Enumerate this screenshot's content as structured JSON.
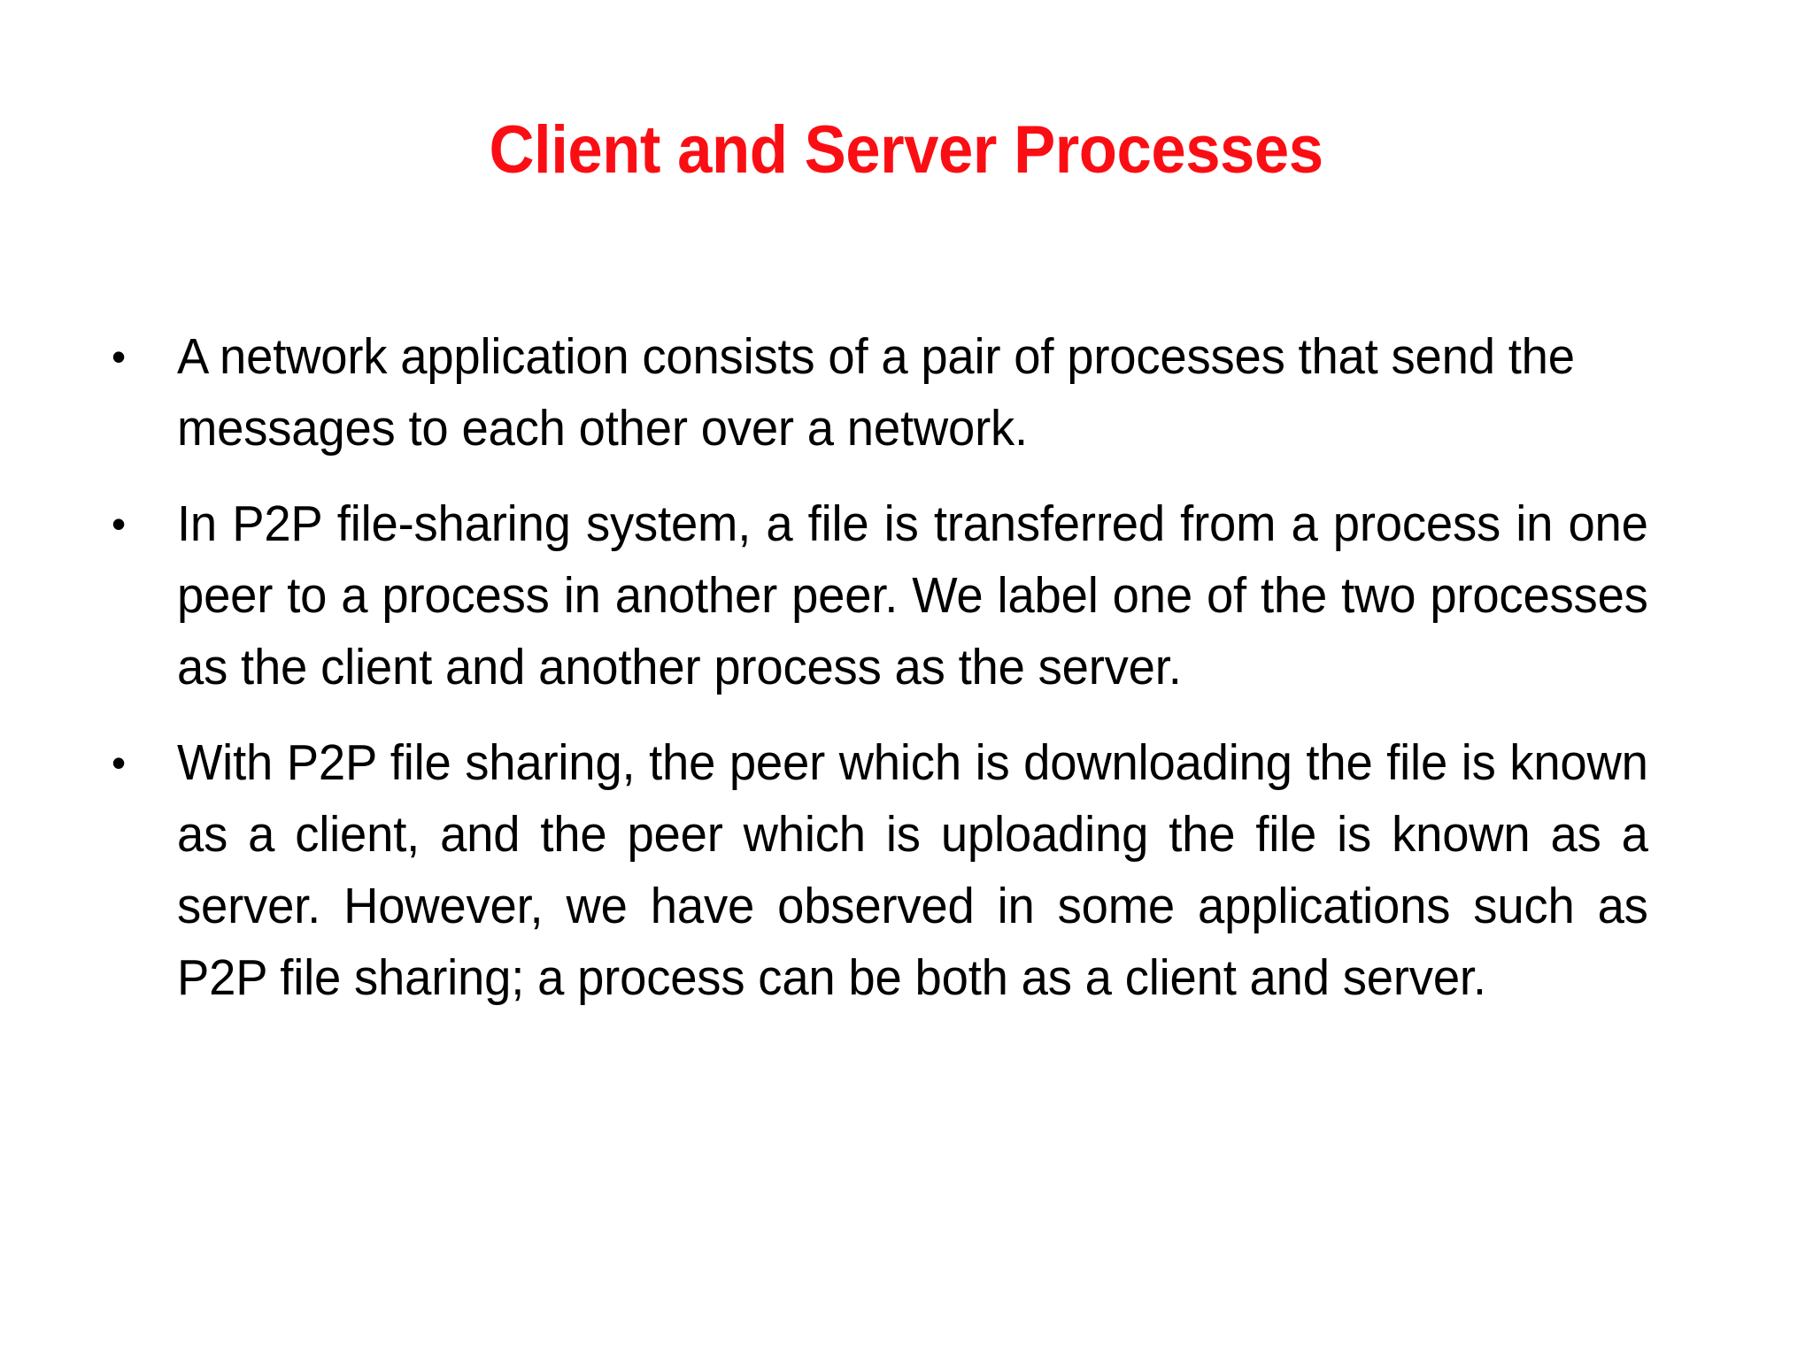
{
  "slide": {
    "background_color": "#FFFFFF",
    "title": {
      "text": "Client and Server Processes",
      "color": "#FA0E14",
      "bold": true,
      "align": "center"
    },
    "bullet_marker": "•",
    "body_text_color": "#000000",
    "bullets": [
      {
        "id": "bullet-1",
        "align": "left",
        "text": "A network application consists of a pair of processes that send the messages to each other over a network."
      },
      {
        "id": "bullet-2",
        "align": "justify",
        "text": "In P2P file-sharing system, a file is transferred from a process in one peer to a process in another peer. We label one of the two processes as the client and another process as the server."
      },
      {
        "id": "bullet-3",
        "align": "justify",
        "text": "With P2P file sharing, the peer which is downloading the file is known as a client, and the peer which is uploading the file is known as a server. However, we have observed in some applications such as P2P file sharing; a process can be both as a client and server."
      }
    ]
  }
}
